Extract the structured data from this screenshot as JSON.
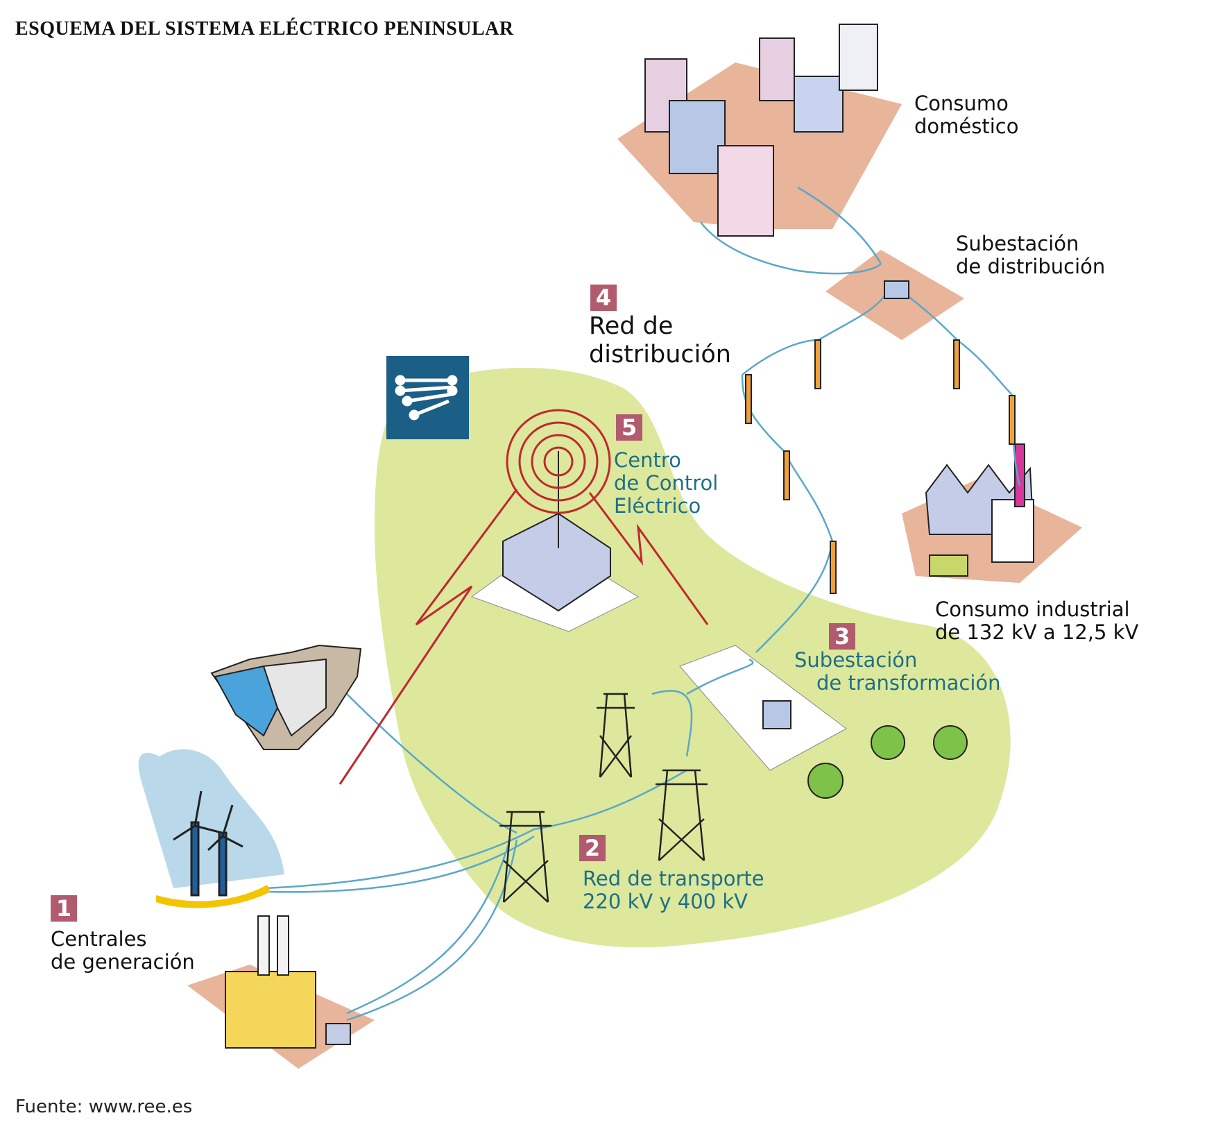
{
  "title": "ESQUEMA DEL SISTEMA ELÉCTRICO PENINSULAR",
  "source": "Fuente: www.ree.es",
  "stages": [
    {
      "number": "1",
      "lines": [
        "Centrales",
        "de generación"
      ]
    },
    {
      "number": "2",
      "lines": [
        "Red de transporte",
        "220 kV y 400 kV"
      ]
    },
    {
      "number": "3",
      "lines": [
        "Subestación",
        "de transformación"
      ]
    },
    {
      "number": "4",
      "lines": [
        "Red de",
        "distribución"
      ]
    },
    {
      "number": "5",
      "lines": [
        "Centro",
        "de Control",
        "Eléctrico"
      ]
    }
  ],
  "consumers": {
    "domestic": [
      "Consumo",
      "doméstico"
    ],
    "distribution_substation": [
      "Subestación",
      "de distribución"
    ],
    "industrial": [
      "Consumo industrial",
      "de 132 kV a 12,5 kV"
    ]
  },
  "colors": {
    "green_zone": "#dde89c",
    "badge": "#b25b6e",
    "blue_text": "#1d6f86",
    "signal_red": "#c1272d",
    "ground": "#e8b49a",
    "power_line": "#5aa8c8",
    "logo": "#1b5e86"
  }
}
